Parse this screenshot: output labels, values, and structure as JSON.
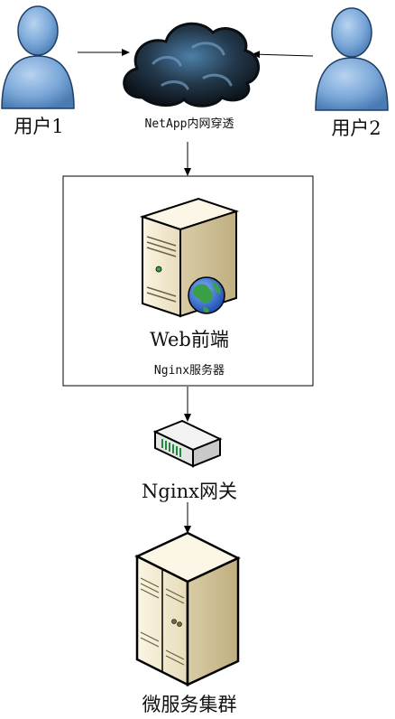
{
  "nodes": {
    "user1": {
      "label": "用户1",
      "icon": "user-icon"
    },
    "user2": {
      "label": "用户2",
      "icon": "user-icon"
    },
    "cloud": {
      "label": "NetApp内网穿透",
      "icon": "cloud-icon"
    },
    "web": {
      "label": "Web前端",
      "sublabel": "Nginx服务器",
      "icon": "server-icon",
      "badge": "globe-icon"
    },
    "gateway": {
      "label": "Nginx网关",
      "icon": "router-icon"
    },
    "cluster": {
      "label": "微服务集群",
      "icon": "server-cluster-icon"
    }
  },
  "colors": {
    "user_fill": "#7aa7d8",
    "user_stroke": "#1f3f66",
    "cloud_dark": "#1a2530",
    "server_body": "#f0e6c8",
    "globe_blue": "#2f6fd6",
    "globe_green": "#3aa048"
  }
}
